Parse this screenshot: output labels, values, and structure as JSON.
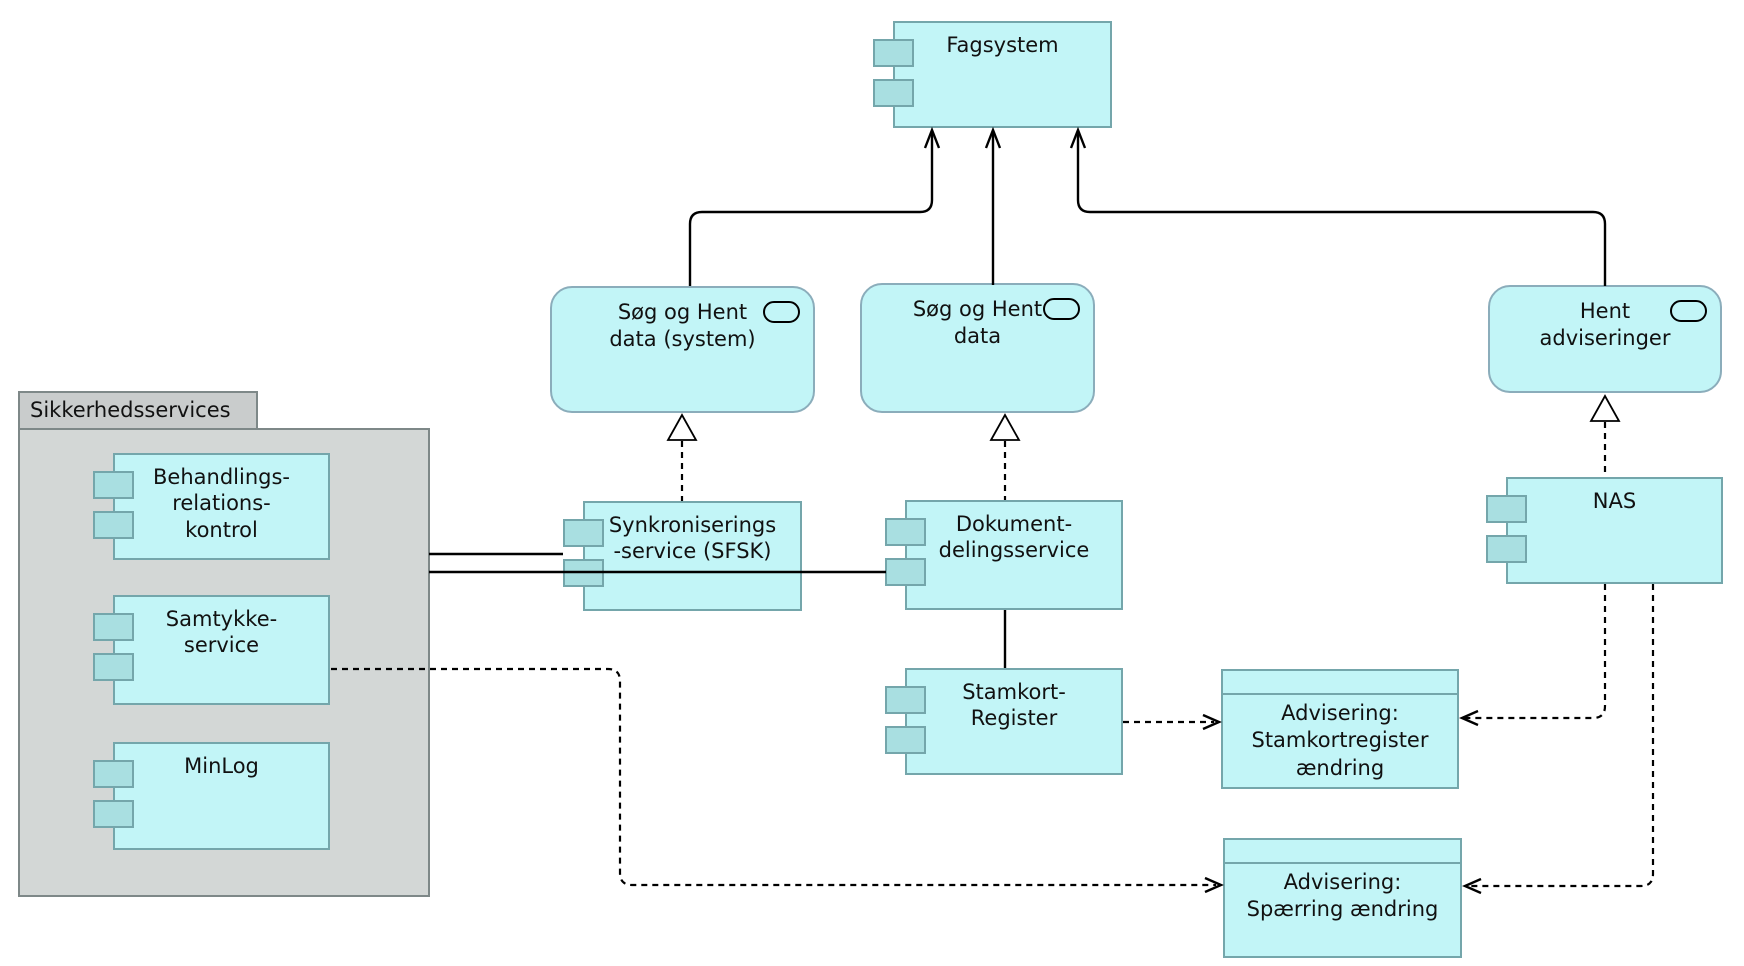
{
  "colors": {
    "node-fill": "#c2f5f7",
    "port-fill": "#a9dfe1",
    "node-border": "#74a6ab",
    "interface-border": "#8badbb",
    "package-fill": "#d3d7d6",
    "package-tab-fill": "#c9cccc",
    "package-border": "#7e8888",
    "connector": "#000000",
    "background": "#ffffff"
  },
  "package": {
    "title": "Sikkerhedsservices"
  },
  "nodes": {
    "fagsystem": {
      "label": "Fagsystem"
    },
    "behandlingsrelationskontrol": {
      "label": "Behandlings-\nrelations-\nkontrol"
    },
    "samtykkeservice": {
      "label": "Samtykke-\nservice"
    },
    "minlog": {
      "label": "MinLog"
    },
    "synkroniseringsservice": {
      "label": "Synkroniserings\n-service (SFSK)"
    },
    "dokumentdelingsservice": {
      "label": "Dokument-\ndelingsservice"
    },
    "stamkortregister": {
      "label": "Stamkort-\nRegister"
    },
    "nas": {
      "label": "NAS"
    }
  },
  "interfaces": {
    "soeg_og_hent_data_system": {
      "label": "Søg og Hent\ndata (system)"
    },
    "soeg_og_hent_data": {
      "label": "Søg og Hent\ndata"
    },
    "hent_adviseringer": {
      "label": "Hent\nadviseringer"
    }
  },
  "events": {
    "advisering_stamkortregister": {
      "label": "Advisering:\nStamkortregister\nændring"
    },
    "advisering_spaerring": {
      "label": "Advisering:\nSpærring ændring"
    }
  }
}
